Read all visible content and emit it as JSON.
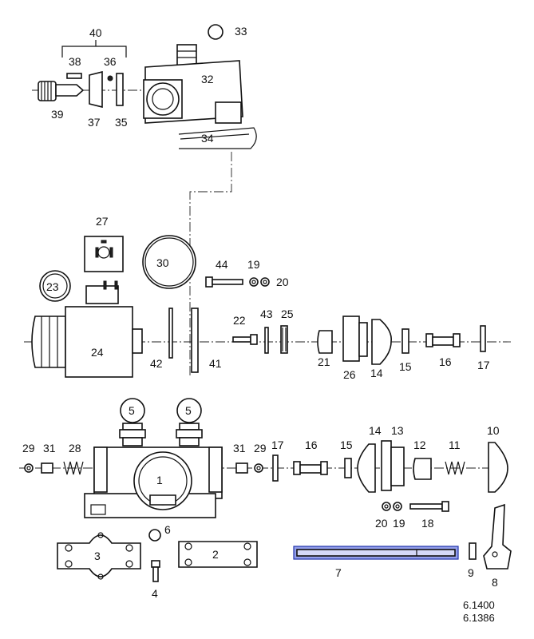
{
  "parts": {
    "p1": "1",
    "p2": "2",
    "p3": "3",
    "p4": "4",
    "p5a": "5",
    "p5b": "5",
    "p6": "6",
    "p7": "7",
    "p8": "8",
    "p9": "9",
    "p10": "10",
    "p11": "11",
    "p12": "12",
    "p13": "13",
    "p14a": "14",
    "p14b": "14",
    "p15a": "15",
    "p15b": "15",
    "p16a": "16",
    "p16b": "16",
    "p17a": "17",
    "p17b": "17",
    "p18": "18",
    "p19a": "19",
    "p19b": "19",
    "p20a": "20",
    "p20b": "20",
    "p21": "21",
    "p22": "22",
    "p23": "23",
    "p24": "24",
    "p25": "25",
    "p26": "26",
    "p27": "27",
    "p28": "28",
    "p29a": "29",
    "p29b": "29",
    "p30": "30",
    "p31a": "31",
    "p31b": "31",
    "p32": "32",
    "p33": "33",
    "p34": "34",
    "p35": "35",
    "p36": "36",
    "p37": "37",
    "p38": "38",
    "p39": "39",
    "p40": "40",
    "p41": "41",
    "p42": "42",
    "p43": "43",
    "p44": "44"
  },
  "refs": {
    "ref1": "6.1400",
    "ref2": "6.1386"
  },
  "highlight": {
    "part": "7",
    "color": "#3a4fd8"
  }
}
